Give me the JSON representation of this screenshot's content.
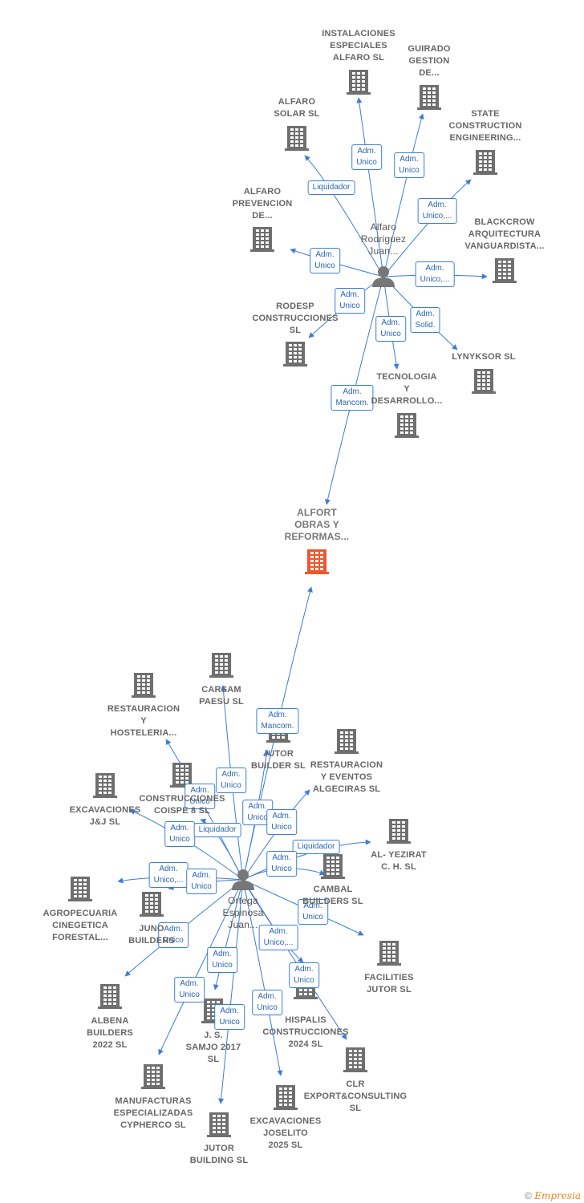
{
  "colors": {
    "edge": "#3b7dd8",
    "building": "#6f6f6f",
    "focus": "#f0562b",
    "person": "#777777"
  },
  "focus": {
    "label": "ALFORT\nOBRAS Y\nREFORMAS..."
  },
  "persons": [
    {
      "id": "p1",
      "label": "Alfaro\nRodriguez\nJuan..."
    },
    {
      "id": "p2",
      "label": "Ortega\nEspinosa\nJuan..."
    }
  ],
  "companies": [
    {
      "id": "c1",
      "label": "INSTALACIONES\nESPECIALES\nALFARO SL"
    },
    {
      "id": "c2",
      "label": "GUIRADO\nGESTION\nDE..."
    },
    {
      "id": "c3",
      "label": "ALFARO\nSOLAR SL"
    },
    {
      "id": "c4",
      "label": "STATE\nCONSTRUCTION\nENGINEERING..."
    },
    {
      "id": "c5",
      "label": "ALFARO\nPREVENCION\nDE..."
    },
    {
      "id": "c6",
      "label": "BLACKCROW\nARQUITECTURA\nVANGUARDISTA..."
    },
    {
      "id": "c7",
      "label": "RODESP\nCONSTRUCCIONES\nSL"
    },
    {
      "id": "c8",
      "label": "LYNYKSOR SL"
    },
    {
      "id": "c9",
      "label": "TECNOLOGIA\nY\nDESARROLLO..."
    },
    {
      "id": "c10",
      "label": "CARSAM\nPAESU SL"
    },
    {
      "id": "c11",
      "label": "RESTAURACION\nY\nHOSTELERIA..."
    },
    {
      "id": "c12",
      "label": "JUTOR\nBUILDER SL"
    },
    {
      "id": "c13",
      "label": "RESTAURACION\nY EVENTOS\nALGECIRAS SL"
    },
    {
      "id": "c14",
      "label": "EXCAVACIONES\nJ&J SL"
    },
    {
      "id": "c15",
      "label": "CONSTRUCCIONES\nCOISPE 8 SL"
    },
    {
      "id": "c16",
      "label": "AL- YEZIRAT\nC. H. SL"
    },
    {
      "id": "c17",
      "label": "CAMBAL\nBUILDERS SL"
    },
    {
      "id": "c18",
      "label": "AGROPECUARIA\nCINEGETICA\nFORESTAL..."
    },
    {
      "id": "c19",
      "label": "JUNO\nBUILDERS"
    },
    {
      "id": "c20",
      "label": "FACILITIES\nJUTOR SL"
    },
    {
      "id": "c21",
      "label": "ALBENA\nBUILDERS\n2022 SL"
    },
    {
      "id": "c22",
      "label": "J. S.\nSAMJO 2017\nSL"
    },
    {
      "id": "c23",
      "label": "HISPALIS\nCONSTRUCCIONES\n2024 SL"
    },
    {
      "id": "c24",
      "label": "CLR\nEXPORT&CONSULTING\nSL"
    },
    {
      "id": "c25",
      "label": "MANUFACTURAS\nESPECIALIZADAS\nCYPHERCO SL"
    },
    {
      "id": "c26",
      "label": "EXCAVACIONES\nJOSELITO\n2025 SL"
    },
    {
      "id": "c27",
      "label": "JUTOR\nBUILDING SL"
    }
  ],
  "edges": [
    {
      "from": "p1",
      "to": "c1",
      "label": "Adm.\nUnico"
    },
    {
      "from": "p1",
      "to": "c2",
      "label": "Adm.\nUnico"
    },
    {
      "from": "p1",
      "to": "c3",
      "label": "Liquidador"
    },
    {
      "from": "p1",
      "to": "c4",
      "label": "Adm.\nUnico,..."
    },
    {
      "from": "p1",
      "to": "c5",
      "label": "Adm.\nUnico"
    },
    {
      "from": "p1",
      "to": "c6",
      "label": "Adm.\nUnico,..."
    },
    {
      "from": "p1",
      "to": "c7",
      "label": "Adm.\nUnico"
    },
    {
      "from": "p1",
      "to": "c8",
      "label": "Adm.\nSolid."
    },
    {
      "from": "p1",
      "to": "c9",
      "label": "Adm.\nUnico"
    },
    {
      "from": "p1",
      "to": "focus",
      "label": "Adm.\nMancom."
    },
    {
      "from": "p2",
      "to": "focus",
      "label": "Adm.\nMancom."
    },
    {
      "from": "p2",
      "to": "c10",
      "label": "Adm.\nUnico"
    },
    {
      "from": "p2",
      "to": "c11",
      "label": "Adm.\nUnico"
    },
    {
      "from": "p2",
      "to": "c12",
      "label": "Adm.\nUnico"
    },
    {
      "from": "p2",
      "to": "c13",
      "label": "Adm.\nUnico"
    },
    {
      "from": "p2",
      "to": "c14",
      "label": "Adm.\nUnico"
    },
    {
      "from": "p2",
      "to": "c15",
      "label": "Liquidador"
    },
    {
      "from": "p2",
      "to": "c16",
      "label": "Liquidador"
    },
    {
      "from": "p2",
      "to": "c17",
      "label": "Adm.\nUnico"
    },
    {
      "from": "p2",
      "to": "c18",
      "label": "Adm.\nUnico,..."
    },
    {
      "from": "p2",
      "to": "c19",
      "label": "Adm.\nUnico"
    },
    {
      "from": "p2",
      "to": "c20",
      "label": "Adm.\nUnico"
    },
    {
      "from": "p2",
      "to": "c21",
      "label": "Adm.\nUnico"
    },
    {
      "from": "p2",
      "to": "c22",
      "label": "Adm.\nUnico"
    },
    {
      "from": "p2",
      "to": "c23",
      "label": "Adm.\nUnico,..."
    },
    {
      "from": "p2",
      "to": "c24",
      "label": "Adm.\nUnico"
    },
    {
      "from": "p2",
      "to": "c25",
      "label": "Adm.\nUnico"
    },
    {
      "from": "p2",
      "to": "c26",
      "label": "Adm.\nUnico"
    },
    {
      "from": "p2",
      "to": "c27",
      "label": "Adm.\nUnico"
    }
  ],
  "footer": {
    "copyright": "©",
    "brand": "Empresia"
  }
}
